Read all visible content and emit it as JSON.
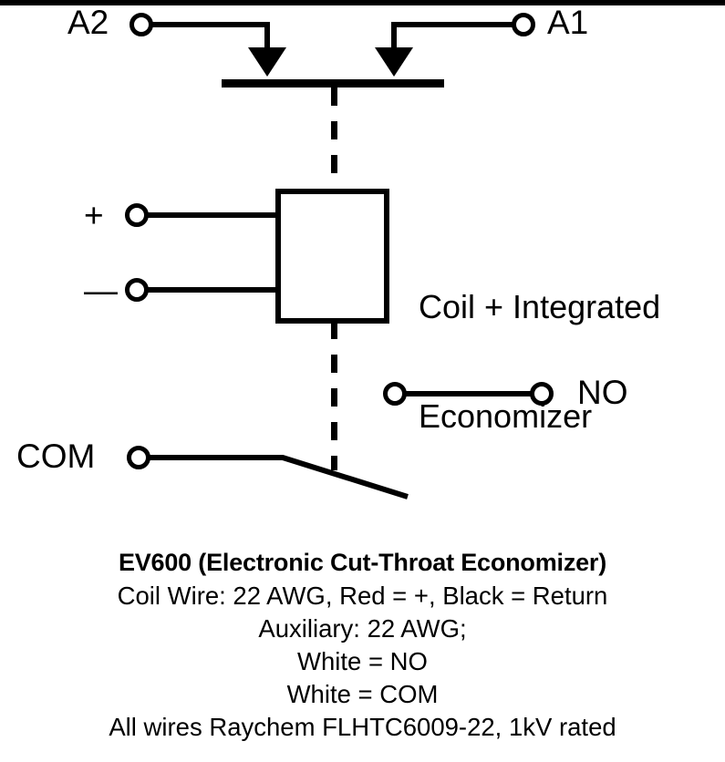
{
  "diagram": {
    "title_rule": "top-black-bar",
    "terminals": {
      "a2": "A2",
      "a1": "A1",
      "positive": "+",
      "negative": "—",
      "normally_open": "NO",
      "common": "COM"
    },
    "block_label": {
      "line1": "Coil + Integrated",
      "line2": "Economizer"
    },
    "colors": {
      "line": "#000000",
      "background": "#ffffff",
      "text": "#000000"
    }
  },
  "notes": {
    "title": "EV600 (Electronic Cut-Throat Economizer)",
    "lines": [
      "Coil Wire: 22 AWG, Red = +, Black = Return",
      "Auxiliary: 22 AWG;",
      "White = NO",
      "White = COM",
      "All wires Raychem FLHTC6009-22, 1kV rated"
    ]
  }
}
